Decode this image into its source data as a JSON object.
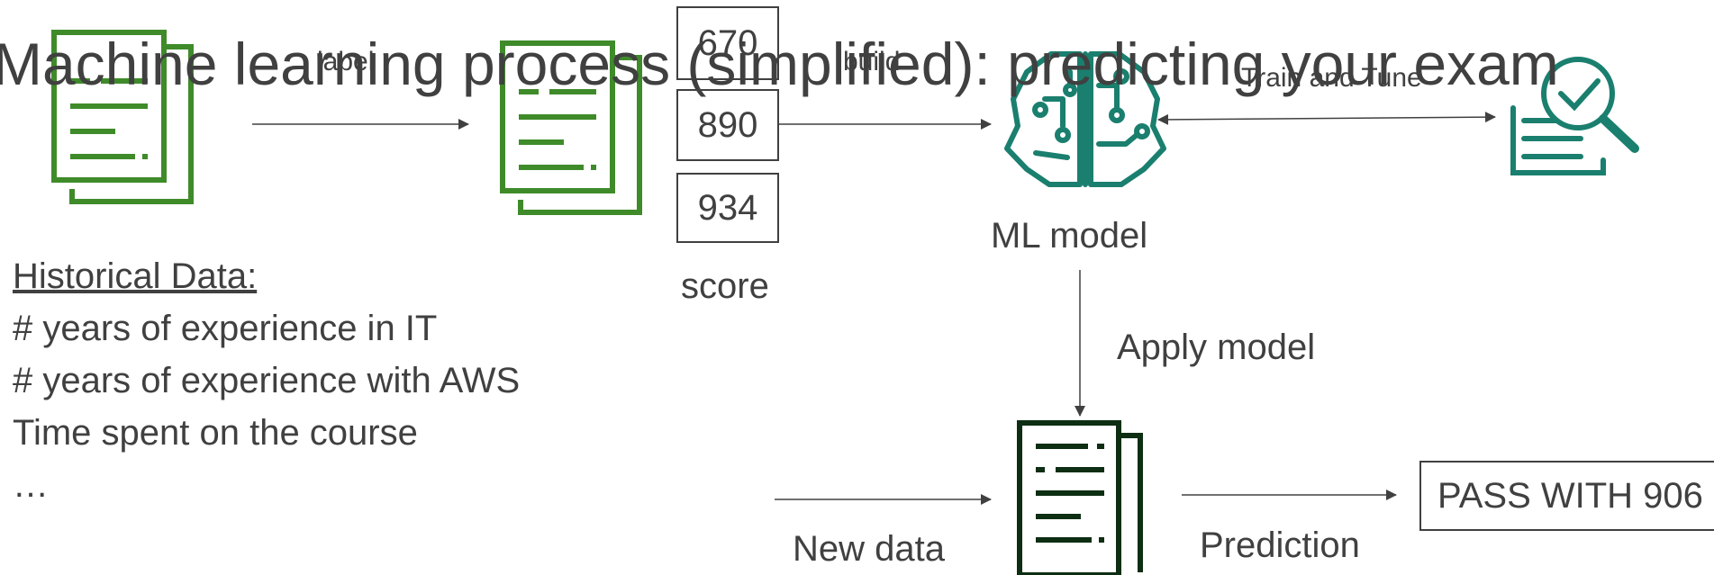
{
  "title": "Machine learning process (simplified): predicting your exam",
  "arrows": {
    "label": "label",
    "build": "build",
    "train_tune": "Train and Tune",
    "apply_model": "Apply model",
    "new_data": "New data",
    "prediction": "Prediction"
  },
  "scores": {
    "values": [
      "670",
      "890",
      "934"
    ],
    "caption": "score"
  },
  "ml_model_label": "ML model",
  "historical": {
    "heading": "Historical Data:",
    "items": [
      "# years of experience in IT",
      "# years of experience with AWS",
      "Time spent on the course",
      "…"
    ]
  },
  "result_box": "PASS WITH 906",
  "colors": {
    "green": "#3f8b2a",
    "teal": "#1a7f6e",
    "dark_green": "#0d2e12",
    "text": "#404040"
  },
  "icons": [
    "document-stack-icon",
    "labeled-document-icon",
    "brain-circuit-icon",
    "document-search-check-icon",
    "new-document-icon"
  ]
}
